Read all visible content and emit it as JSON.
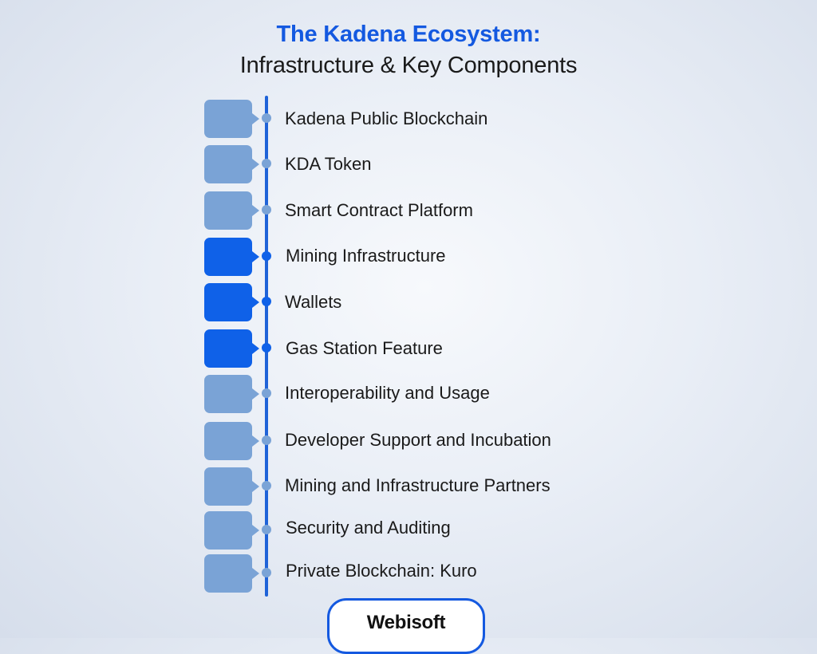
{
  "title": {
    "main": "The Kadena Ecosystem:",
    "sub": "Infrastructure & Key Components"
  },
  "items": [
    {
      "label": "Kadena Public Blockchain",
      "highlighted": false
    },
    {
      "label": "KDA Token",
      "highlighted": false
    },
    {
      "label": "Smart Contract Platform",
      "highlighted": false
    },
    {
      "label": "Mining Infrastructure",
      "highlighted": true
    },
    {
      "label": "Wallets",
      "highlighted": true
    },
    {
      "label": "Gas Station Feature",
      "highlighted": true
    },
    {
      "label": "Interoperability and Usage",
      "highlighted": false
    },
    {
      "label": "Developer Support and Incubation",
      "highlighted": false
    },
    {
      "label": "Mining and Infrastructure Partners",
      "highlighted": false
    },
    {
      "label": "Security and Auditing",
      "highlighted": false
    },
    {
      "label": "Private Blockchain: Kuro",
      "highlighted": false
    }
  ],
  "colors": {
    "accent": "#1459e0",
    "highlight": "#0f61e8",
    "muted": "#7aa3d6"
  },
  "brand": {
    "name": "Webisoft"
  }
}
